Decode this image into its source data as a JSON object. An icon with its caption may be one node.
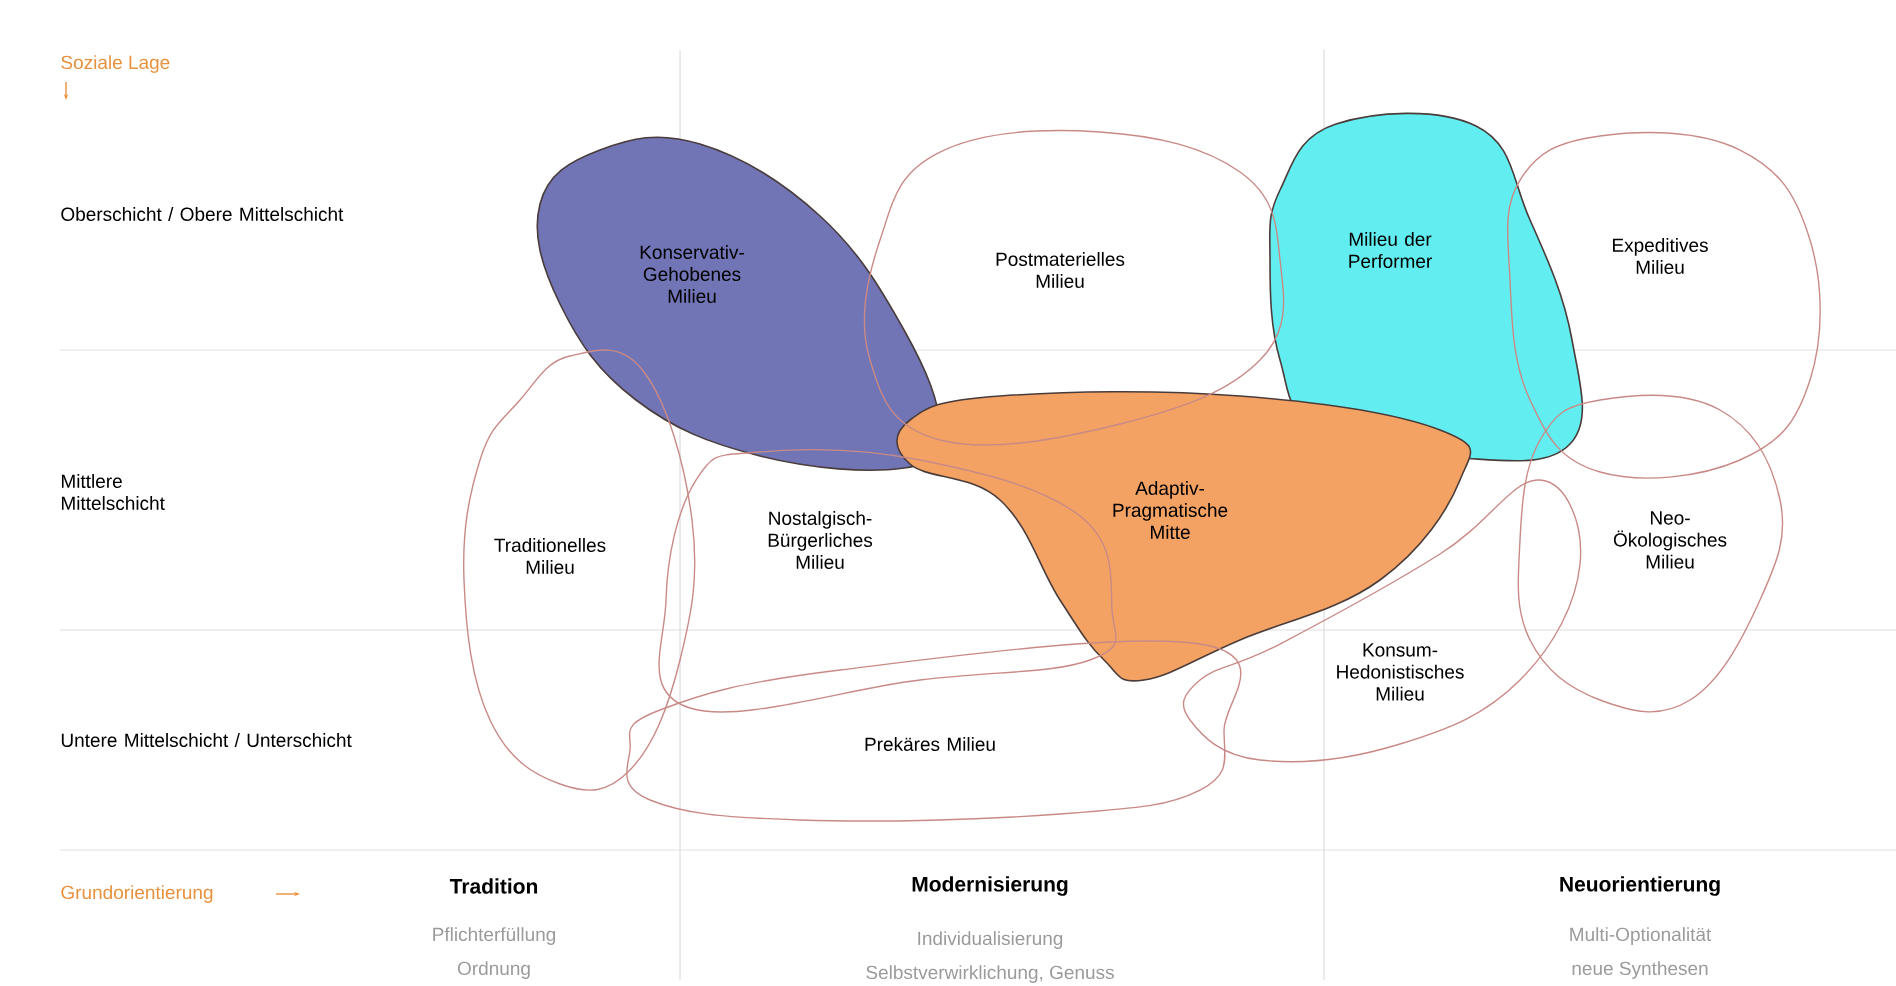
{
  "diagram": {
    "nodes": [
      {
        "text": [
          "Konservativ-Gehobenes Milieu"
        ]
      },
      {
        "text": [
          "Postmaterielles Milieu"
        ]
      },
      {
        "text": [
          "Milieu der Performer"
        ]
      },
      {
        "text": [
          "Expeditives Milieu"
        ]
      },
      {
        "text": [
          "Traditionelles Milieu"
        ]
      },
      {
        "text": [
          "Nostalgisch-Bürgerliches Milieu"
        ]
      },
      {
        "text": [
          "Adaptiv-Pragmatische Mitte"
        ]
      },
      {
        "text": [
          "Konsum-Hedonistisches Milieu"
        ]
      },
      {
        "text": [
          "Neo-Ökologisches Milieu"
        ]
      },
      {
        "text": [
          "Prekäres Milieu"
        ]
      }
    ],
    "labels": [
      "Soziale Lage",
      "Oberschicht / Obere Mittelschicht",
      "Mittlere Mittelschicht",
      "Untere Mittelschicht / Unterschicht",
      "Grundorientierung",
      "Tradition",
      "Modernisierung",
      "Neuorientierung",
      "Pflichterfüllung",
      "Individualisierung",
      "Multi-Optionalität",
      "Ordnung",
      "Selbstverwirklichung, Genuss",
      "neue Synthesen"
    ]
  }
}
